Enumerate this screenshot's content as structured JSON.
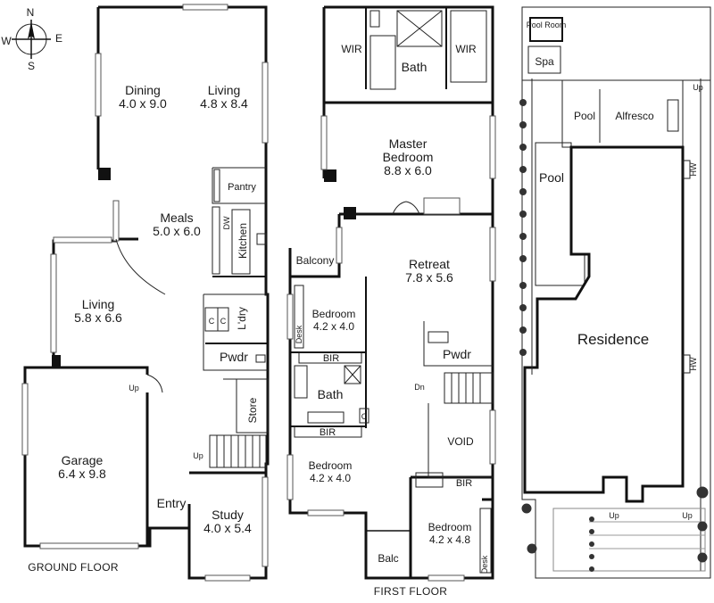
{
  "compass": {
    "n": "N",
    "s": "S",
    "e": "E",
    "w": "W"
  },
  "ground": {
    "caption": "GROUND FLOOR",
    "dining": {
      "name": "Dining",
      "dims": "4.0 x 9.0"
    },
    "living_top": {
      "name": "Living",
      "dims": "4.8 x 8.4"
    },
    "pantry": "Pantry",
    "meals": {
      "name": "Meals",
      "dims": "5.0 x 6.0"
    },
    "dw": "DW",
    "kitchen": "Kitchen",
    "living_left": {
      "name": "Living",
      "dims": "5.8 x 6.6"
    },
    "laundry": "L'dry",
    "cupboard_a": "C",
    "cupboard_b": "C",
    "powder": "Pwdr",
    "store": "Store",
    "garage": {
      "name": "Garage",
      "dims": "6.4 x 9.8"
    },
    "up_garage": "Up",
    "up_stairs": "Up",
    "entry": "Entry",
    "study": {
      "name": "Study",
      "dims": "4.0 x 5.4"
    }
  },
  "first": {
    "caption": "FIRST FLOOR",
    "wir_left": "WIR",
    "bath_master": "Bath",
    "wir_right": "WIR",
    "master": {
      "name": "Master",
      "name2": "Bedroom",
      "dims": "8.8 x 6.0"
    },
    "balcony": "Balcony",
    "retreat": {
      "name": "Retreat",
      "dims": "7.8 x 5.6"
    },
    "bedroom_1": {
      "name": "Bedroom",
      "dims": "4.2 x 4.0"
    },
    "desk_1": "Desk",
    "bir_1": "BIR",
    "powder": "Pwdr",
    "dn": "Dn",
    "bath": "Bath",
    "cupboard": "C",
    "bir_2": "BIR",
    "void": "VOID",
    "bedroom_2": {
      "name": "Bedroom",
      "dims": "4.2 x 4.0"
    },
    "bir_3": "BIR",
    "bedroom_3": {
      "name": "Bedroom",
      "dims": "4.2 x 4.8"
    },
    "desk_3": "Desk",
    "balc": "Balc"
  },
  "site": {
    "pool_room": "Pool Room",
    "spa": "Spa",
    "pool_top": "Pool",
    "alfresco": "Alfresco",
    "pool_side": "Pool",
    "residence": "Residence",
    "hw_1": "HW",
    "hw_2": "HW",
    "up_1": "Up",
    "up_2": "Up",
    "up_3": "Up"
  }
}
